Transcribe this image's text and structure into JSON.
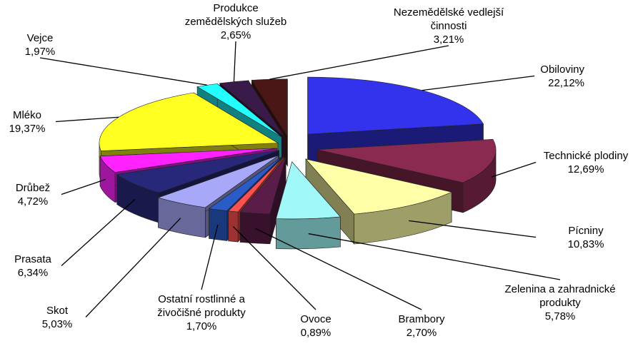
{
  "chart_data": {
    "type": "pie",
    "exploded": true,
    "slices": [
      {
        "name": "Obiloviny",
        "lines": [
          "Obiloviny"
        ],
        "pct": "22,12%",
        "value": 22.12,
        "color": "#3333ee",
        "anchor": "end"
      },
      {
        "name": "Technické plodiny",
        "lines": [
          "Technické plodiny"
        ],
        "pct": "12,69%",
        "value": 12.69,
        "color": "#8a2a50",
        "anchor": "middle"
      },
      {
        "name": "Pícniny",
        "lines": [
          "Pícniny"
        ],
        "pct": "10,83%",
        "value": 10.83,
        "color": "#ffffa8",
        "anchor": "middle"
      },
      {
        "name": "Zelenina a zahradnické produkty",
        "lines": [
          "Zelenina  a zahradnické",
          "produkty"
        ],
        "pct": "5,78%",
        "value": 5.78,
        "color": "#a0f8f8",
        "anchor": "middle"
      },
      {
        "name": "Brambory",
        "lines": [
          "Brambory"
        ],
        "pct": "2,70%",
        "value": 2.7,
        "color": "#5a1c48",
        "anchor": "middle"
      },
      {
        "name": "Ovoce",
        "lines": [
          "Ovoce"
        ],
        "pct": "0,89%",
        "value": 0.89,
        "color": "#ff5050",
        "anchor": "middle"
      },
      {
        "name": "Ostatní rostlinné a živočišné produkty",
        "lines": [
          "Ostatní  rostlinné  a",
          "živočišné  produkty"
        ],
        "pct": "1,70%",
        "value": 1.7,
        "color": "#2a5cc8",
        "anchor": "middle"
      },
      {
        "name": "Skot",
        "lines": [
          "Skot"
        ],
        "pct": "5,03%",
        "value": 5.03,
        "color": "#a8a8f8",
        "anchor": "middle"
      },
      {
        "name": "Prasata",
        "lines": [
          "Prasata"
        ],
        "pct": "6,34%",
        "value": 6.34,
        "color": "#28287a",
        "anchor": "middle"
      },
      {
        "name": "Drůbež",
        "lines": [
          "Drůbež"
        ],
        "pct": "4,72%",
        "value": 4.72,
        "color": "#ff22ff",
        "anchor": "middle"
      },
      {
        "name": "Mléko",
        "lines": [
          "Mléko"
        ],
        "pct": "19,37%",
        "value": 19.37,
        "color": "#ffff22",
        "anchor": "middle"
      },
      {
        "name": "Vejce",
        "lines": [
          "Vejce"
        ],
        "pct": "1,97%",
        "value": 1.97,
        "color": "#22ffff",
        "anchor": "middle"
      },
      {
        "name": "Produkce zemědělských služeb",
        "lines": [
          "Produkce",
          "zemědělských služeb"
        ],
        "pct": "2,65%",
        "value": 2.65,
        "color": "#3a1a48",
        "anchor": "middle"
      },
      {
        "name": "Nezemědělské vedlejší činnosti",
        "lines": [
          "Nezemědělské  vedlejší",
          "činnosti"
        ],
        "pct": "3,21%",
        "value": 3.21,
        "color": "#4a1616",
        "anchor": "middle"
      }
    ]
  }
}
